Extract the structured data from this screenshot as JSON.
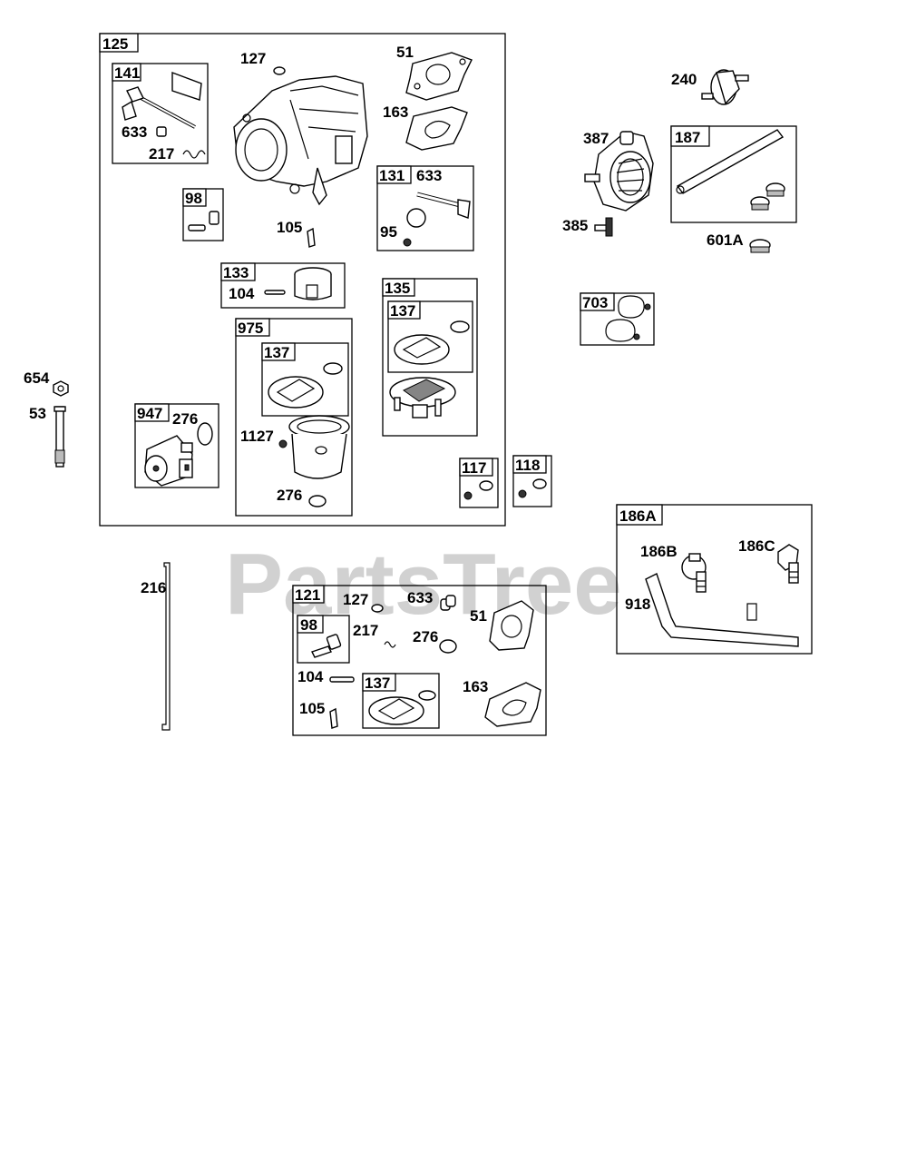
{
  "watermark": "PartsTree",
  "callouts": {
    "c125": "125",
    "c127a": "127",
    "c51a": "51",
    "c141": "141",
    "c633a": "633",
    "c217a": "217",
    "c163a": "163",
    "c98a": "98",
    "c105a": "105",
    "c131": "131",
    "c633b": "633",
    "c95": "95",
    "c133": "133",
    "c104a": "104",
    "c135": "135",
    "c137a": "137",
    "c975": "975",
    "c137b": "137",
    "c947": "947",
    "c276a": "276",
    "c1127": "1127",
    "c276b": "276",
    "c117": "117",
    "c118": "118",
    "c654": "654",
    "c53": "53",
    "c240": "240",
    "c387": "387",
    "c187": "187",
    "c385": "385",
    "c601a": "601A",
    "c703": "703",
    "c186a": "186A",
    "c186b": "186B",
    "c186c": "186C",
    "c918": "918",
    "c216": "216",
    "c121": "121",
    "c127b": "127",
    "c633c": "633",
    "c51b": "51",
    "c98b": "98",
    "c217b": "217",
    "c276c": "276",
    "c104b": "104",
    "c137c": "137",
    "c163b": "163",
    "c105b": "105"
  }
}
